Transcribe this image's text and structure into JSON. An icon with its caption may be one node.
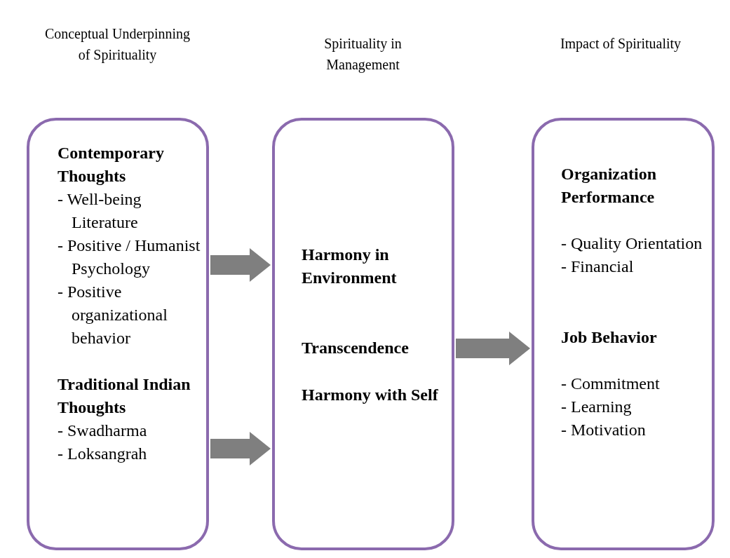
{
  "diagram": {
    "nodes": [
      {
        "text": [
          "Conceptual Underpinning of Spirituality",
          "Contemporary Thoughts",
          "- Well-being Literature",
          "- Positive / Humanist Psychology",
          "- Positive organizational behavior",
          "Traditional Indian Thoughts",
          "- Swadharma",
          "- Loksangrah"
        ]
      },
      {
        "text": [
          "Spirituality in Management",
          "Harmony in Environment",
          "Transcendence",
          "Harmony with Self"
        ]
      },
      {
        "text": [
          "Impact of Spirituality",
          "Organization Performance",
          "- Quality Orientation",
          "- Financial",
          "Job Behavior",
          "- Commitment",
          "- Learning",
          "- Motivation"
        ]
      }
    ],
    "edges": [
      {
        "from": 0,
        "to": 1,
        "arrow": "to"
      },
      {
        "from": 0,
        "to": 1,
        "arrow": "to"
      },
      {
        "from": 1,
        "to": 2,
        "arrow": "to"
      }
    ]
  }
}
